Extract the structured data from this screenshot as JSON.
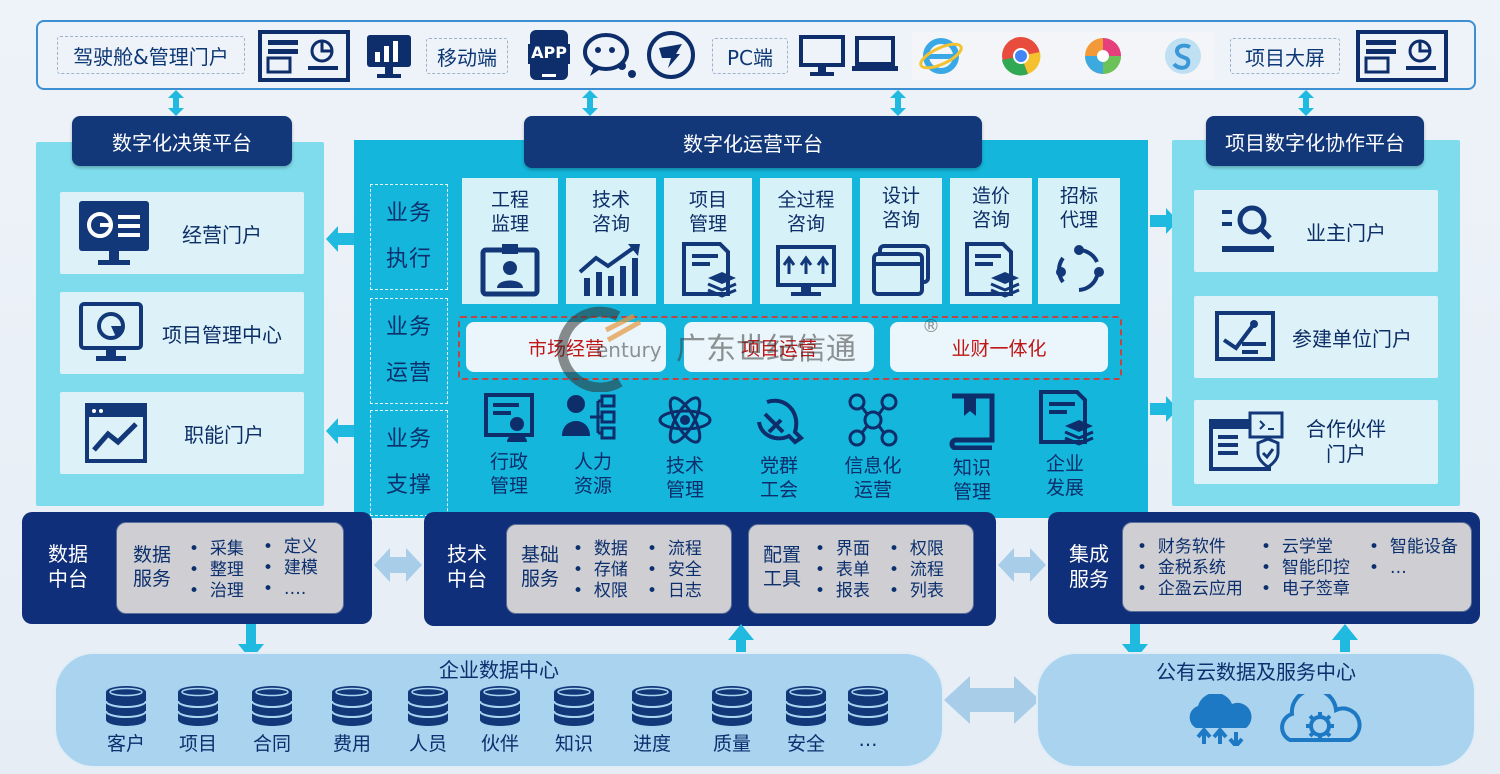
{
  "topbar": {
    "cockpit": "驾驶舱&管理门户",
    "mobile": "移动端",
    "app": "APP",
    "pc": "PC端",
    "big_screen": "项目大屏"
  },
  "left": {
    "title": "数字化决策平台",
    "portals": [
      "经营门户",
      "项目管理中心",
      "职能门户"
    ]
  },
  "center": {
    "title": "数字化运营平台",
    "side": [
      [
        "业务",
        "执行"
      ],
      [
        "业务",
        "运营"
      ],
      [
        "业务",
        "支撑"
      ]
    ],
    "execution": [
      [
        "工程",
        "监理"
      ],
      [
        "技术",
        "咨询"
      ],
      [
        "项目",
        "管理"
      ],
      [
        "全过程",
        "咨询"
      ],
      [
        "设计",
        "咨询"
      ],
      [
        "造价",
        "咨询"
      ],
      [
        "招标",
        "代理"
      ]
    ],
    "operations": [
      "市场经营",
      "项目运营",
      "业财一体化"
    ],
    "support": [
      [
        "行政",
        "管理"
      ],
      [
        "人力",
        "资源"
      ],
      [
        "技术",
        "管理"
      ],
      [
        "党群",
        "工会"
      ],
      [
        "信息化",
        "运营"
      ],
      [
        "知识",
        "管理"
      ],
      [
        "企业",
        "发展"
      ]
    ]
  },
  "right": {
    "title": "项目数字化协作平台",
    "portals": [
      "业主门户",
      "参建单位门户",
      [
        "合作伙伴",
        "门户"
      ]
    ]
  },
  "watermark": {
    "brand": "广东世纪信通",
    "latin": "entury",
    "reg": "®"
  },
  "data_mid": {
    "title": [
      "数据",
      "中台"
    ],
    "service": [
      "数据",
      "服务"
    ],
    "items": [
      "采集",
      "整理",
      "治理",
      "定义",
      "建模",
      "…."
    ]
  },
  "tech_mid": {
    "title": [
      "技术",
      "中台"
    ],
    "basic": [
      "基础",
      "服务"
    ],
    "basic_items": [
      "数据",
      "存储",
      "权限",
      "流程",
      "安全",
      "日志"
    ],
    "config": [
      "配置",
      "工具"
    ],
    "config_items": [
      "界面",
      "表单",
      "报表",
      "权限",
      "流程",
      "列表"
    ]
  },
  "integration": {
    "title": [
      "集成",
      "服务"
    ],
    "items": [
      "财务软件",
      "金税系统",
      "企盈云应用",
      "云学堂",
      "智能印控",
      "电子签章",
      "智能设备",
      "…"
    ]
  },
  "enterprise_dc": {
    "title": "企业数据中心",
    "dbs": [
      "客户",
      "项目",
      "合同",
      "费用",
      "人员",
      "伙伴",
      "知识",
      "进度",
      "质量",
      "安全",
      "…"
    ]
  },
  "public_cloud": {
    "title": "公有云数据及服务中心"
  },
  "colors": {
    "navy": "#102f7a",
    "cyan": "#14b6dc",
    "light_cyan": "#7fdcec",
    "red_text": "#c01616"
  }
}
